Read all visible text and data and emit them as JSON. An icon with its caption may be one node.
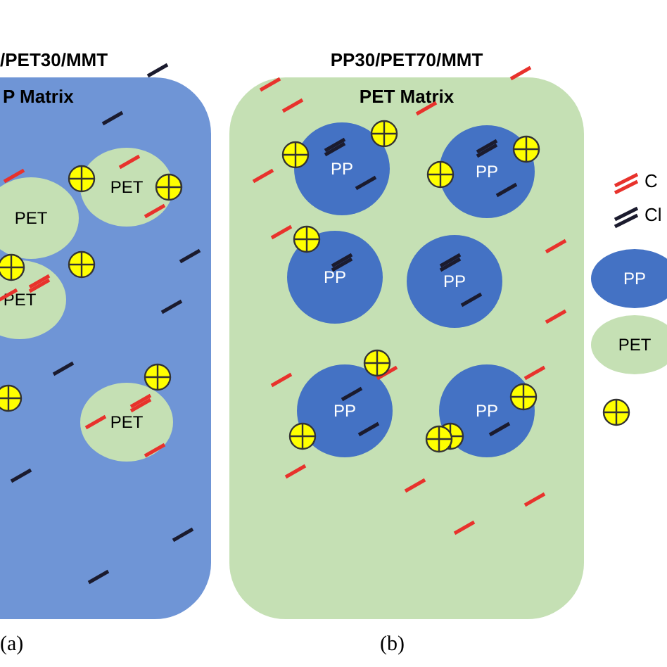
{
  "diagram": {
    "nodes": [
      {
        "text": [
          "/PET30/MMT",
          "P Matrix"
        ]
      },
      {
        "text": [
          "PET"
        ],
        "in": 0
      },
      {
        "text": [
          "PET"
        ],
        "in": 0
      },
      {
        "text": [
          "PET"
        ],
        "in": 0
      },
      {
        "text": [
          "PET"
        ],
        "in": 0
      },
      {
        "text": [
          "PP30/PET70/MMT",
          "PET Matrix"
        ]
      },
      {
        "text": [
          "PP"
        ],
        "in": 5
      },
      {
        "text": [
          "PP"
        ],
        "in": 5
      },
      {
        "text": [
          "PP"
        ],
        "in": 5
      },
      {
        "text": [
          "PP"
        ],
        "in": 5
      },
      {
        "text": [
          "PP"
        ],
        "in": 5
      },
      {
        "text": [
          "PP"
        ],
        "in": 5
      }
    ],
    "edges": [],
    "labels": [
      "(a)",
      "(b)"
    ],
    "legend": [
      {
        "text": "C"
      },
      {
        "text": "Cl"
      },
      {
        "text": "PP",
        "color": "#4472c4"
      },
      {
        "text": "PET",
        "color": "#c5e0b4"
      }
    ]
  }
}
